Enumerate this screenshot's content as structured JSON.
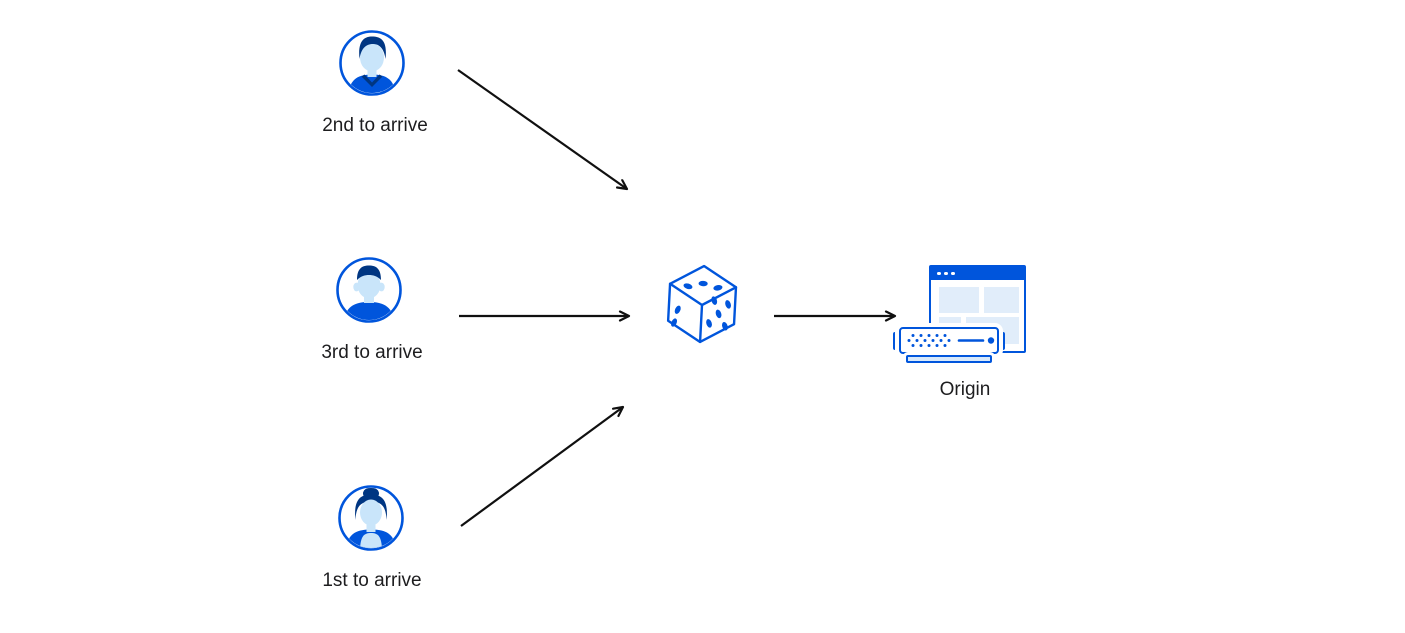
{
  "colors": {
    "primary": "#0055dc",
    "navy": "#003682",
    "face": "#c9e5fa",
    "pale": "#e1edfa",
    "light": "#d8e9fb",
    "arrow": "#101010",
    "ink": "#1d1d1f",
    "bg": "#ffffff"
  },
  "diagram": {
    "clients": [
      {
        "label": "2nd to arrive",
        "avatar": "man-swept-hair"
      },
      {
        "label": "3rd to arrive",
        "avatar": "man-flat-top"
      },
      {
        "label": "1st to arrive",
        "avatar": "woman-hair-bun"
      }
    ],
    "steering": {
      "icon": "dice",
      "faces_visible": {
        "top_pips": 3,
        "left_pips": 2,
        "right_pips": 5
      }
    },
    "origin": {
      "label": "Origin",
      "icons": [
        "browser-window",
        "server"
      ]
    }
  }
}
